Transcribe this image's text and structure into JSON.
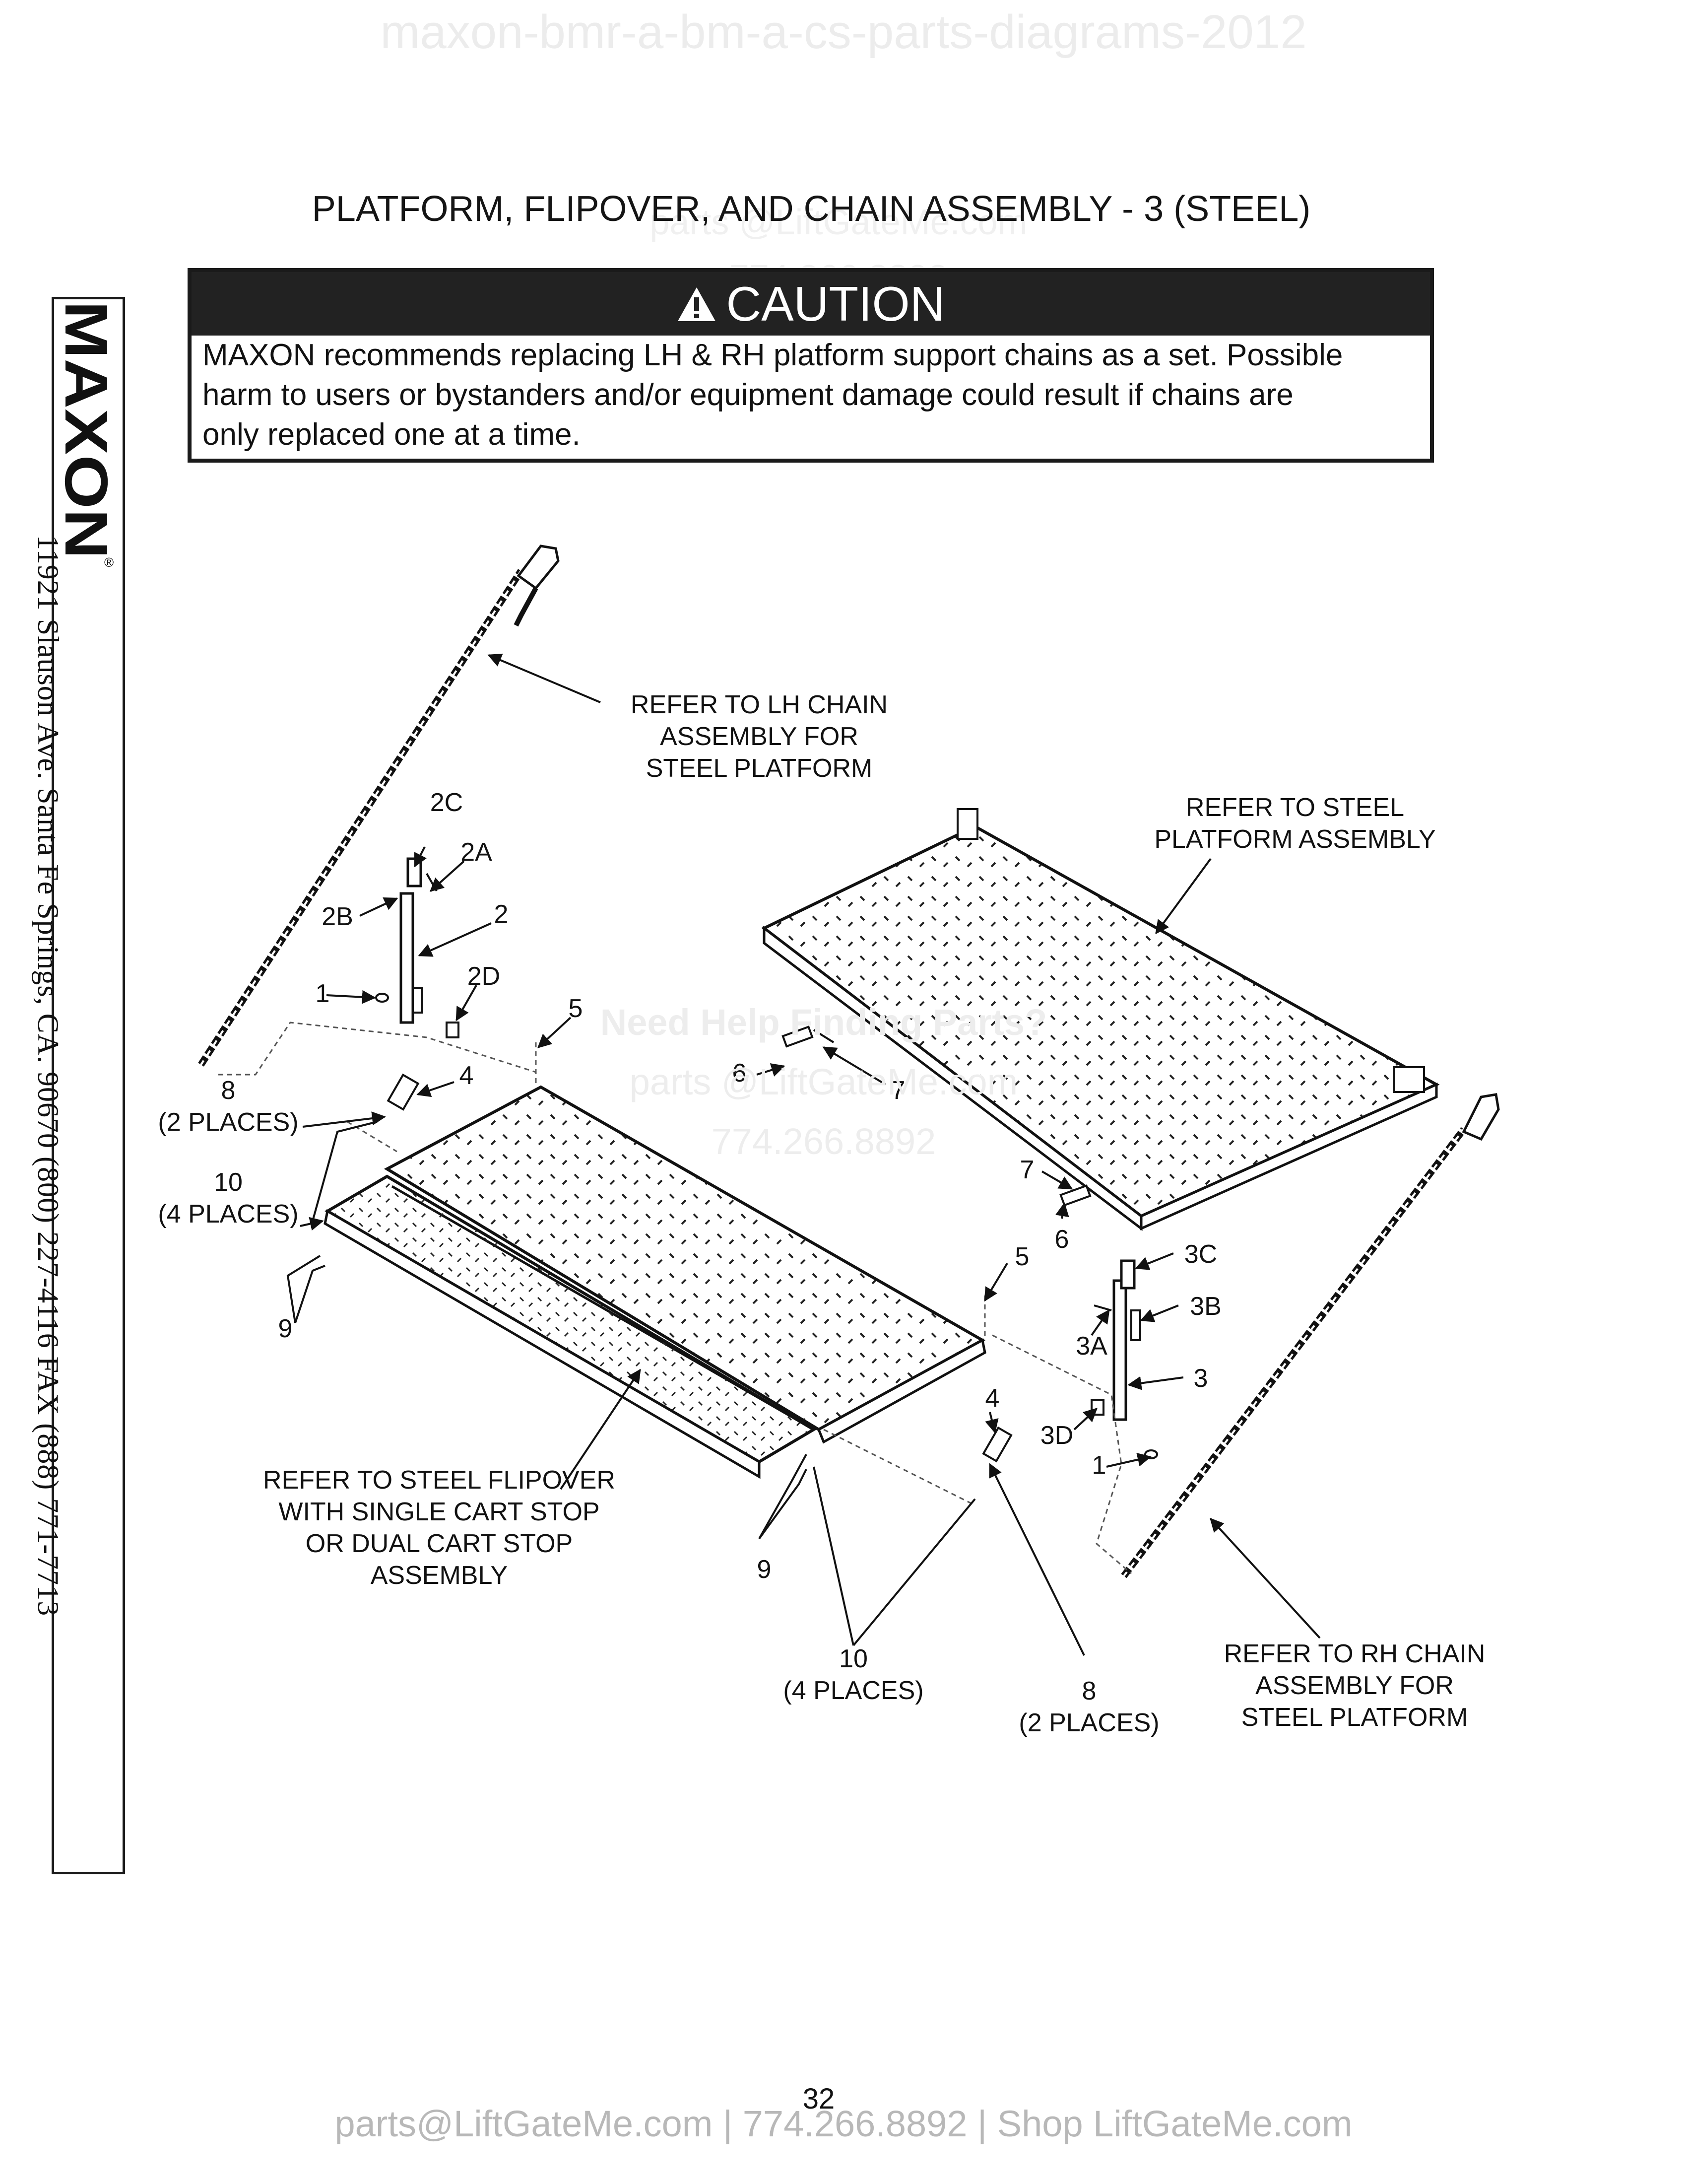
{
  "watermark_top": "maxon-bmr-a-bm-a-cs-parts-diagrams-2012",
  "title": "PLATFORM, FLIPOVER, AND CHAIN ASSEMBLY - 3 (STEEL)",
  "caution": {
    "heading": "CAUTION",
    "lines": [
      "MAXON recommends replacing LH & RH platform support chains as a set. Possible",
      "harm to users or bystanders and/or equipment damage could result if chains are",
      "only replaced one at a time."
    ]
  },
  "watermark_middle": {
    "line1": "Need Help Finding Parts?",
    "line2": "parts @LiftGateMe.com",
    "line3": "774.266.8892"
  },
  "watermark_header": {
    "line1": "parts @LiftGateMe.com",
    "line2": "774.266.8892"
  },
  "sidebar": {
    "logo": "MAXON",
    "registered": "®",
    "address": "11921 Slauson Ave.  Santa Fe Springs, CA.  90670  (800) 227-4116  FAX (888) 771-7713"
  },
  "callouts": {
    "lh_chain": [
      "REFER TO LH CHAIN",
      "ASSEMBLY FOR",
      "STEEL PLATFORM"
    ],
    "steel_platform": [
      "REFER TO STEEL",
      "PLATFORM ASSEMBLY"
    ],
    "flipover": [
      "REFER TO STEEL FLIPOVER",
      "WITH SINGLE CART STOP",
      "OR DUAL CART STOP",
      "ASSEMBLY"
    ],
    "rh_chain": [
      "REFER TO RH CHAIN",
      "ASSEMBLY FOR",
      "STEEL PLATFORM"
    ]
  },
  "part_labels": {
    "p2C": "2C",
    "p2A": "2A",
    "p2B": "2B",
    "p2": "2",
    "p2D": "2D",
    "p1_left": "1",
    "p5_top": "5",
    "p4_left": "4",
    "p8_left": "8",
    "p8_left_places": "(2 PLACES)",
    "p10_left": "10",
    "p10_left_places": "(4 PLACES)",
    "p9_left": "9",
    "p6_top": "6",
    "p7_top": "7",
    "p7_right": "7",
    "p6_right": "6",
    "p5_right": "5",
    "p3C": "3C",
    "p3B": "3B",
    "p3A": "3A",
    "p3": "3",
    "p3D": "3D",
    "p1_right": "1",
    "p4_right": "4",
    "p9_bottom": "9",
    "p10_bottom": "10",
    "p10_bottom_places": "(4 PLACES)",
    "p8_bottom": "8",
    "p8_bottom_places": "(2 PLACES)"
  },
  "page_number": "32",
  "footer": "parts@LiftGateMe.com | 774.266.8892 | Shop LiftGateMe.com"
}
